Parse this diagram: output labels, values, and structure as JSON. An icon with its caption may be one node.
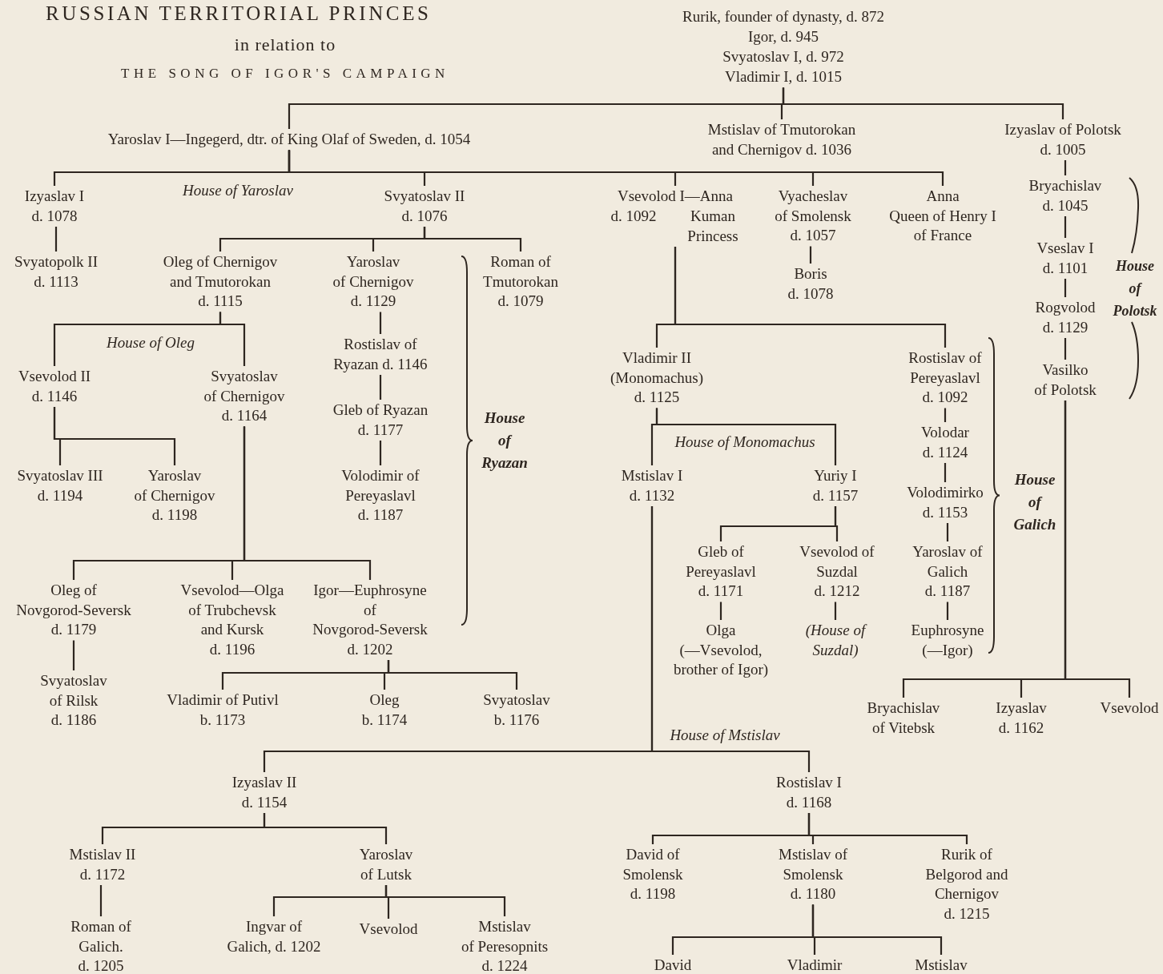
{
  "diagram": {
    "title": "RUSSIAN TERRITORIAL PRINCES",
    "nodes": [
      {
        "text": [
          "Rurik, founder of dynasty, d. 872"
        ]
      },
      {
        "text": [
          "Igor, d. 945"
        ]
      },
      {
        "text": [
          "Svyatoslav I, d. 972"
        ]
      },
      {
        "text": [
          "Vladimir I, d. 1015"
        ]
      },
      {
        "text": [
          "Yaroslav I—Ingegerd, dtr. of King Olaf of Sweden, d. 1054"
        ]
      },
      {
        "text": [
          "Mstislav of Tmutorokan and Chernigov d. 1036"
        ]
      },
      {
        "text": [
          "Izyaslav of Polotsk d. 1005"
        ]
      },
      {
        "text": [
          "Izyaslav I d. 1078"
        ]
      },
      {
        "text": [
          "Svyatoslav II d. 1076"
        ]
      },
      {
        "text": [
          "Vsevolod I—Anna",
          "d. 1092",
          "Kuman Princess"
        ]
      },
      {
        "text": [
          "Vyacheslav of Smolensk d. 1057"
        ]
      },
      {
        "text": [
          "Anna Queen of Henry I of France"
        ]
      },
      {
        "text": [
          "Bryachislav d. 1045"
        ]
      },
      {
        "text": [
          "Svyatopolk II d. 1113"
        ]
      },
      {
        "text": [
          "Oleg of Chernigov and Tmutorokan d. 1115"
        ]
      },
      {
        "text": [
          "Yaroslav of Chernigov d. 1129"
        ]
      },
      {
        "text": [
          "Roman of Tmutorokan d. 1079"
        ]
      },
      {
        "text": [
          "Boris d. 1078"
        ]
      },
      {
        "text": [
          "Vseslav I d. 1101"
        ]
      },
      {
        "text": [
          "Rogvolod d. 1129"
        ]
      },
      {
        "text": [
          "Vasilko of Polotsk"
        ]
      },
      {
        "text": [
          "Vsevolod II d. 1146"
        ]
      },
      {
        "text": [
          "Svyatoslav of Chernigov d. 1164"
        ]
      },
      {
        "text": [
          "Rostislav of Ryazan d. 1146"
        ]
      },
      {
        "text": [
          "Gleb of Ryazan d. 1177"
        ]
      },
      {
        "text": [
          "Volodimir of Pereyaslavl d. 1187"
        ]
      },
      {
        "text": [
          "Vladimir II (Monomachus) d. 1125"
        ]
      },
      {
        "text": [
          "Rostislav of Pereyaslavl d. 1092"
        ]
      },
      {
        "text": [
          "Svyatoslav III d. 1194"
        ]
      },
      {
        "text": [
          "Yaroslav of Chernigov d. 1198"
        ]
      },
      {
        "text": [
          "Mstislav I d. 1132"
        ]
      },
      {
        "text": [
          "Yuriy I d. 1157"
        ]
      },
      {
        "text": [
          "Volodar d. 1124"
        ]
      },
      {
        "text": [
          "Volodimirko d. 1153"
        ]
      },
      {
        "text": [
          "Yaroslav of Galich d. 1187"
        ]
      },
      {
        "text": [
          "Gleb of Pereyaslavl d. 1171"
        ]
      },
      {
        "text": [
          "Vsevolod of Suzdal d. 1212"
        ]
      },
      {
        "text": [
          "Oleg of Novgorod-Seversk d. 1179"
        ]
      },
      {
        "text": [
          "Vsevolod—Olga of Trubchevsk and Kursk d. 1196"
        ]
      },
      {
        "text": [
          "Igor—Euphrosyne of Novgorod-Seversk d. 1202"
        ]
      },
      {
        "text": [
          "Olga (—Vsevolod, brother of Igor)"
        ]
      },
      {
        "text": [
          "(House of Suzdal)"
        ]
      },
      {
        "text": [
          "Euphrosyne (—Igor)"
        ]
      },
      {
        "text": [
          "Svyatoslav of Rilsk d. 1186"
        ]
      },
      {
        "text": [
          "Vladimir of Putivl b. 1173"
        ]
      },
      {
        "text": [
          "Oleg b. 1174"
        ]
      },
      {
        "text": [
          "Svyatoslav b. 1176"
        ]
      },
      {
        "text": [
          "Bryachislav of Vitebsk"
        ]
      },
      {
        "text": [
          "Izyaslav d. 1162"
        ]
      },
      {
        "text": [
          "Vsevolod"
        ]
      },
      {
        "text": [
          "Izyaslav II d. 1154"
        ]
      },
      {
        "text": [
          "Rostislav I d. 1168"
        ]
      },
      {
        "text": [
          "Mstislav II d. 1172"
        ]
      },
      {
        "text": [
          "Yaroslav of Lutsk"
        ]
      },
      {
        "text": [
          "David of Smolensk d. 1198"
        ]
      },
      {
        "text": [
          "Mstislav of Smolensk d. 1180"
        ]
      },
      {
        "text": [
          "Rurik of Belgorod and Chernigov d. 1215"
        ]
      },
      {
        "text": [
          "Roman of Galich. d. 1205"
        ]
      },
      {
        "text": [
          "Ingvar of Galich, d. 1202"
        ]
      },
      {
        "text": [
          "Vsevolod"
        ]
      },
      {
        "text": [
          "Mstislav of Peresopnits d. 1224"
        ]
      },
      {
        "text": [
          "David"
        ]
      },
      {
        "text": [
          "Vladimir"
        ]
      },
      {
        "text": [
          "Mstislav"
        ]
      }
    ],
    "edges": [
      {
        "from": 3,
        "to": 4,
        "arrow": "none"
      },
      {
        "from": 3,
        "to": 5,
        "arrow": "none"
      },
      {
        "from": 3,
        "to": 6,
        "arrow": "none"
      },
      {
        "from": 4,
        "to": 7,
        "arrow": "none"
      },
      {
        "from": 4,
        "to": 8,
        "arrow": "none"
      },
      {
        "from": 4,
        "to": 9,
        "arrow": "none"
      },
      {
        "from": 4,
        "to": 10,
        "arrow": "none"
      },
      {
        "from": 4,
        "to": 11,
        "arrow": "none"
      },
      {
        "from": 6,
        "to": 12,
        "arrow": "none"
      },
      {
        "from": 7,
        "to": 13,
        "arrow": "none"
      },
      {
        "from": 8,
        "to": 14,
        "arrow": "none"
      },
      {
        "from": 8,
        "to": 15,
        "arrow": "none"
      },
      {
        "from": 8,
        "to": 16,
        "arrow": "none"
      },
      {
        "from": 10,
        "to": 17,
        "arrow": "none"
      },
      {
        "from": 12,
        "to": 18,
        "arrow": "none"
      },
      {
        "from": 18,
        "to": 19,
        "arrow": "none"
      },
      {
        "from": 19,
        "to": 20,
        "arrow": "none"
      },
      {
        "from": 14,
        "to": 21,
        "arrow": "none"
      },
      {
        "from": 14,
        "to": 22,
        "arrow": "none"
      },
      {
        "from": 15,
        "to": 23,
        "arrow": "none"
      },
      {
        "from": 23,
        "to": 24,
        "arrow": "none"
      },
      {
        "from": 24,
        "to": 25,
        "arrow": "none"
      },
      {
        "from": 9,
        "to": 26,
        "arrow": "none"
      },
      {
        "from": 9,
        "to": 27,
        "arrow": "none"
      },
      {
        "from": 21,
        "to": 28,
        "arrow": "none"
      },
      {
        "from": 21,
        "to": 29,
        "arrow": "none"
      },
      {
        "from": 26,
        "to": 30,
        "arrow": "none"
      },
      {
        "from": 26,
        "to": 31,
        "arrow": "none"
      },
      {
        "from": 27,
        "to": 32,
        "arrow": "none"
      },
      {
        "from": 32,
        "to": 33,
        "arrow": "none"
      },
      {
        "from": 33,
        "to": 34,
        "arrow": "none"
      },
      {
        "from": 34,
        "to": 42,
        "arrow": "none"
      },
      {
        "from": 31,
        "to": 35,
        "arrow": "none"
      },
      {
        "from": 31,
        "to": 36,
        "arrow": "none"
      },
      {
        "from": 22,
        "to": 37,
        "arrow": "none"
      },
      {
        "from": 22,
        "to": 38,
        "arrow": "none"
      },
      {
        "from": 22,
        "to": 39,
        "arrow": "none"
      },
      {
        "from": 35,
        "to": 40,
        "arrow": "none"
      },
      {
        "from": 36,
        "to": 41,
        "arrow": "none"
      },
      {
        "from": 37,
        "to": 43,
        "arrow": "none"
      },
      {
        "from": 39,
        "to": 44,
        "arrow": "none"
      },
      {
        "from": 39,
        "to": 45,
        "arrow": "none"
      },
      {
        "from": 39,
        "to": 46,
        "arrow": "none"
      },
      {
        "from": 20,
        "to": 47,
        "arrow": "none"
      },
      {
        "from": 20,
        "to": 48,
        "arrow": "none"
      },
      {
        "from": 20,
        "to": 49,
        "arrow": "none"
      },
      {
        "from": 30,
        "to": 50,
        "arrow": "none"
      },
      {
        "from": 30,
        "to": 51,
        "arrow": "none"
      },
      {
        "from": 50,
        "to": 52,
        "arrow": "none"
      },
      {
        "from": 50,
        "to": 53,
        "arrow": "none"
      },
      {
        "from": 51,
        "to": 54,
        "arrow": "none"
      },
      {
        "from": 51,
        "to": 55,
        "arrow": "none"
      },
      {
        "from": 51,
        "to": 56,
        "arrow": "none"
      },
      {
        "from": 52,
        "to": 57,
        "arrow": "none"
      },
      {
        "from": 53,
        "to": 58,
        "arrow": "none"
      },
      {
        "from": 53,
        "to": 59,
        "arrow": "none"
      },
      {
        "from": 53,
        "to": 60,
        "arrow": "none"
      },
      {
        "from": 55,
        "to": 61,
        "arrow": "none"
      },
      {
        "from": 55,
        "to": 62,
        "arrow": "none"
      },
      {
        "from": 55,
        "to": 63,
        "arrow": "none"
      }
    ],
    "labels": [
      "in relation to",
      "THE SONG OF IGOR'S CAMPAIGN",
      "House of Yaroslav",
      "House of Oleg",
      "House of Ryazan",
      "House of Polotsk",
      "House of Monomachus",
      "House of Galich",
      "House of Mstislav"
    ]
  }
}
